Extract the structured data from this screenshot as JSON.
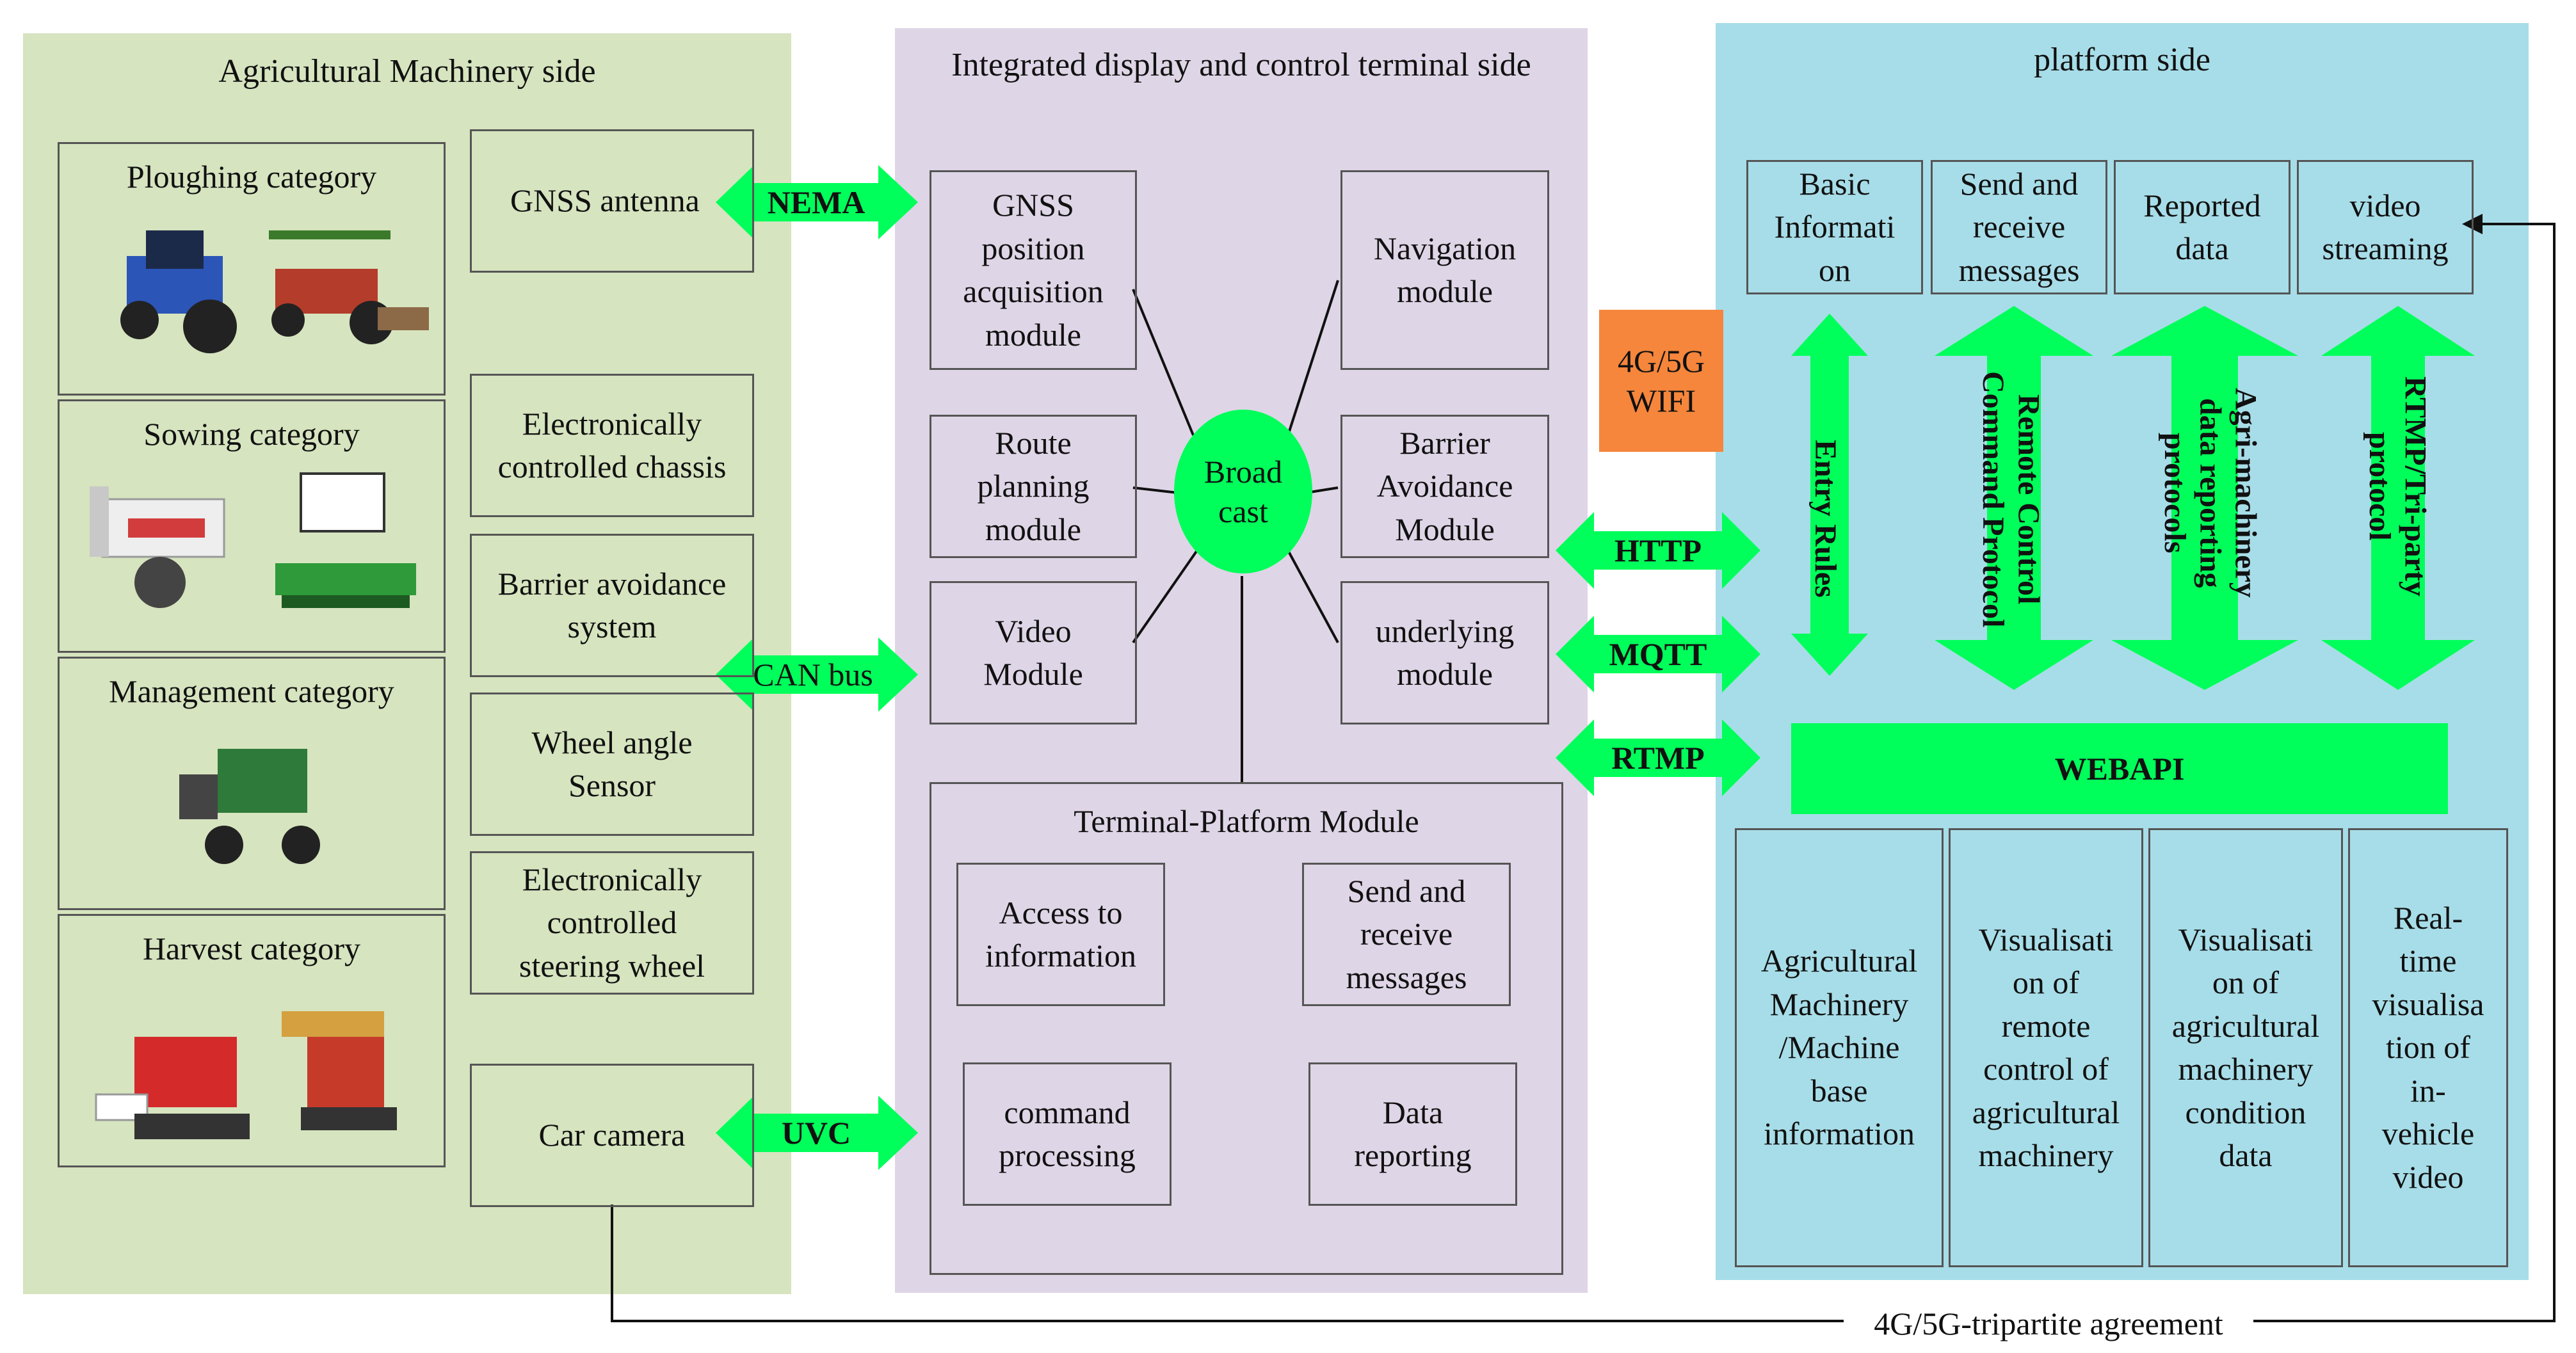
{
  "colors": {
    "machinery_bg": "#d6e4bf",
    "terminal_bg": "#ded5e6",
    "platform_bg": "#a7dde8",
    "arrow_green": "#00ff5a",
    "network_orange": "#f5863c",
    "broadcast_green": "#00ff5a",
    "line": "#111111"
  },
  "machinery": {
    "title": "Agricultural Machinery side",
    "categories": [
      {
        "label": "Ploughing category",
        "image": "tractor-icon"
      },
      {
        "label": "Sowing category",
        "image": "transplanter-icon"
      },
      {
        "label": "Management category",
        "image": "sprayer-icon"
      },
      {
        "label": "Harvest category",
        "image": "harvester-icon"
      }
    ],
    "devices": [
      {
        "label": "GNSS antenna"
      },
      {
        "label": "Electronically\ncontrolled chassis"
      },
      {
        "label": "Barrier avoidance\nsystem"
      },
      {
        "label": "Wheel angle\nSensor"
      },
      {
        "label": "Electronically\ncontrolled\nsteering wheel"
      },
      {
        "label": "Car camera"
      }
    ]
  },
  "interfaces": {
    "nema": "NEMA",
    "can": "CAN bus",
    "uvc": "UVC",
    "http": "HTTP",
    "mqtt": "MQTT",
    "rtmp": "RTMP",
    "network": "4G/5G\nWIFI"
  },
  "terminal": {
    "title": "Integrated display and control terminal side",
    "broadcast": "Broad\ncast",
    "modules": {
      "gnss": "GNSS\nposition\nacquisition\nmodule",
      "navigation": "Navigation\nmodule",
      "route": "Route\nplanning\nmodule",
      "barrier": "Barrier\nAvoidance\nModule",
      "video": "Video\nModule",
      "underlying": "underlying\nmodule"
    },
    "platform_module": {
      "title": "Terminal-Platform Module",
      "items": {
        "access": "Access to\ninformation",
        "send": "Send and\nreceive\nmessages",
        "command": "command\nprocessing",
        "data": "Data\nreporting"
      }
    }
  },
  "platform": {
    "title": "platform side",
    "top_items": [
      "Basic\nInformati\non",
      "Send and\nreceive\nmessages",
      "Reported\ndata",
      "video\nstreaming"
    ],
    "protocols": [
      "Entry Rules",
      "Remote Control\nCommand Protocol",
      "Agri-machinery\ndata reporting\nprotocols",
      "RTMP/Tri-party\nprotocol"
    ],
    "webapi": "WEBAPI",
    "bottom_items": [
      "Agricultural\nMachinery\n/Machine\nbase\ninformation",
      "Visualisati\non of\nremote\ncontrol of\nagricultural\nmachinery",
      "Visualisati\non of\nagricultural\nmachinery\ncondition\ndata",
      "Real-\ntime\nvisualisa\ntion of\nin-\nvehicle\nvideo"
    ]
  },
  "tripartite": "4G/5G-tripartite agreement"
}
